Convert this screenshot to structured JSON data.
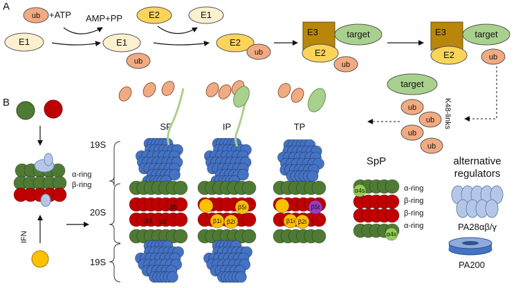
{
  "panels": {
    "a": "A",
    "b": "B"
  },
  "colors": {
    "ub": "#f2aa82",
    "e1": "#fdf0cf",
    "e2": "#fdd45a",
    "e3": "#b8860b",
    "target": "#a9d18e",
    "alpha": "#4f7a35",
    "beta": "#c00000",
    "cap": "#4472c4",
    "immuno": "#ffc000",
    "thymo": "#9b3bbf",
    "spermato": "#92d050",
    "pa28": "#b4c7e7"
  },
  "pathway": {
    "ub": "ub",
    "atp": "+ATP",
    "amp": "AMP+PP",
    "e1": "E1",
    "e2": "E2",
    "e3": "E3",
    "target": "target",
    "k48": "K48-links"
  },
  "assembly": {
    "alpha_ring": "α-ring",
    "beta_ring": "β-ring",
    "ifn": "IFN"
  },
  "proteasomes": {
    "label_19s": "19S",
    "label_20s": "20S",
    "sp": {
      "title": "SP",
      "b5": "β5",
      "b1": "β1",
      "b2": "β2"
    },
    "ip": {
      "title": "IP",
      "b5": "β5i",
      "b1": "β1i",
      "b2": "β2i"
    },
    "tp": {
      "title": "TP",
      "b5": "β5t",
      "b1": "β1i",
      "b2": "β2i"
    },
    "spp": {
      "title": "SpP",
      "a4s": "α4s",
      "rings": [
        "α-ring",
        "β-ring",
        "β-ring",
        "α-ring"
      ]
    }
  },
  "alternative": {
    "title_line1": "alternative",
    "title_line2": "regulators",
    "pa28": "PA28αβ/γ",
    "pa200": "PA200"
  }
}
